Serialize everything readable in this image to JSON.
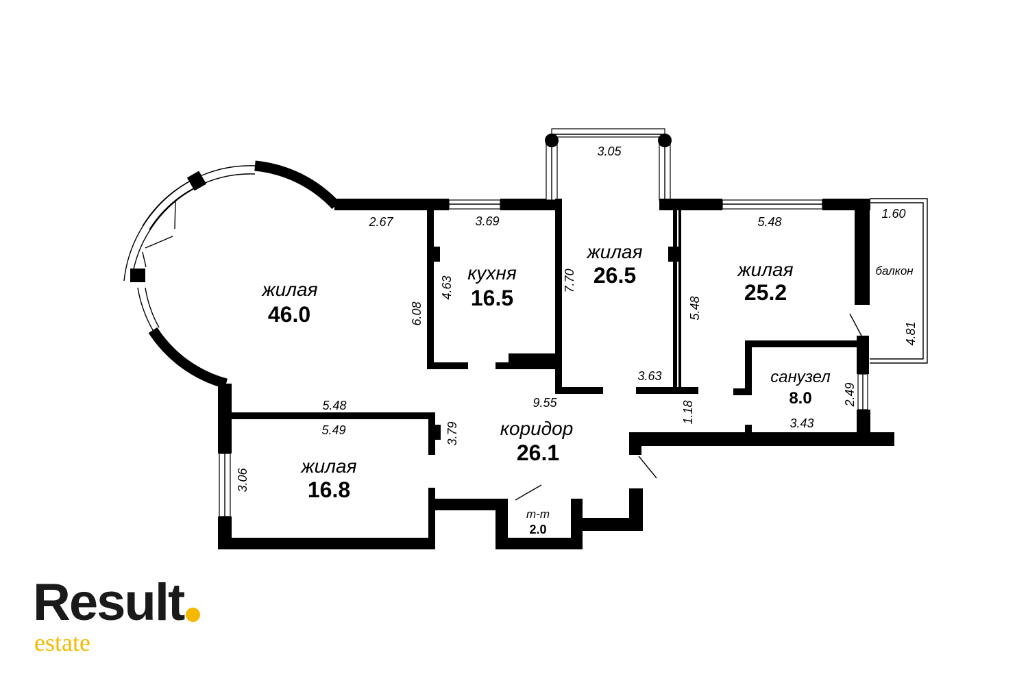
{
  "plan": {
    "rooms": [
      {
        "id": "living-1",
        "name": "жилая",
        "area": "46.0"
      },
      {
        "id": "kitchen",
        "name": "кухня",
        "area": "16.5"
      },
      {
        "id": "living-2",
        "name": "жилая",
        "area": "26.5"
      },
      {
        "id": "living-3",
        "name": "жилая",
        "area": "25.2"
      },
      {
        "id": "bathroom",
        "name": "санузел",
        "area": "8.0"
      },
      {
        "id": "corridor",
        "name": "коридор",
        "area": "26.1"
      },
      {
        "id": "living-4",
        "name": "жилая",
        "area": "16.8"
      },
      {
        "id": "toilet",
        "name": "т-т",
        "area": "2.0"
      }
    ],
    "balcony_label": "балкон",
    "dimensions": [
      "3.05",
      "2.67",
      "3.69",
      "5.48",
      "1.60",
      "4.63",
      "6.08",
      "7.70",
      "5.48",
      "4.81",
      "3.63",
      "9.55",
      "5.48",
      "5.49",
      "3.79",
      "1.18",
      "2.49",
      "3.43",
      "3.06"
    ]
  },
  "logo": {
    "main": "Result",
    "sub": "estate",
    "dot_color": "#f5b800",
    "sub_color": "#f5b800"
  }
}
